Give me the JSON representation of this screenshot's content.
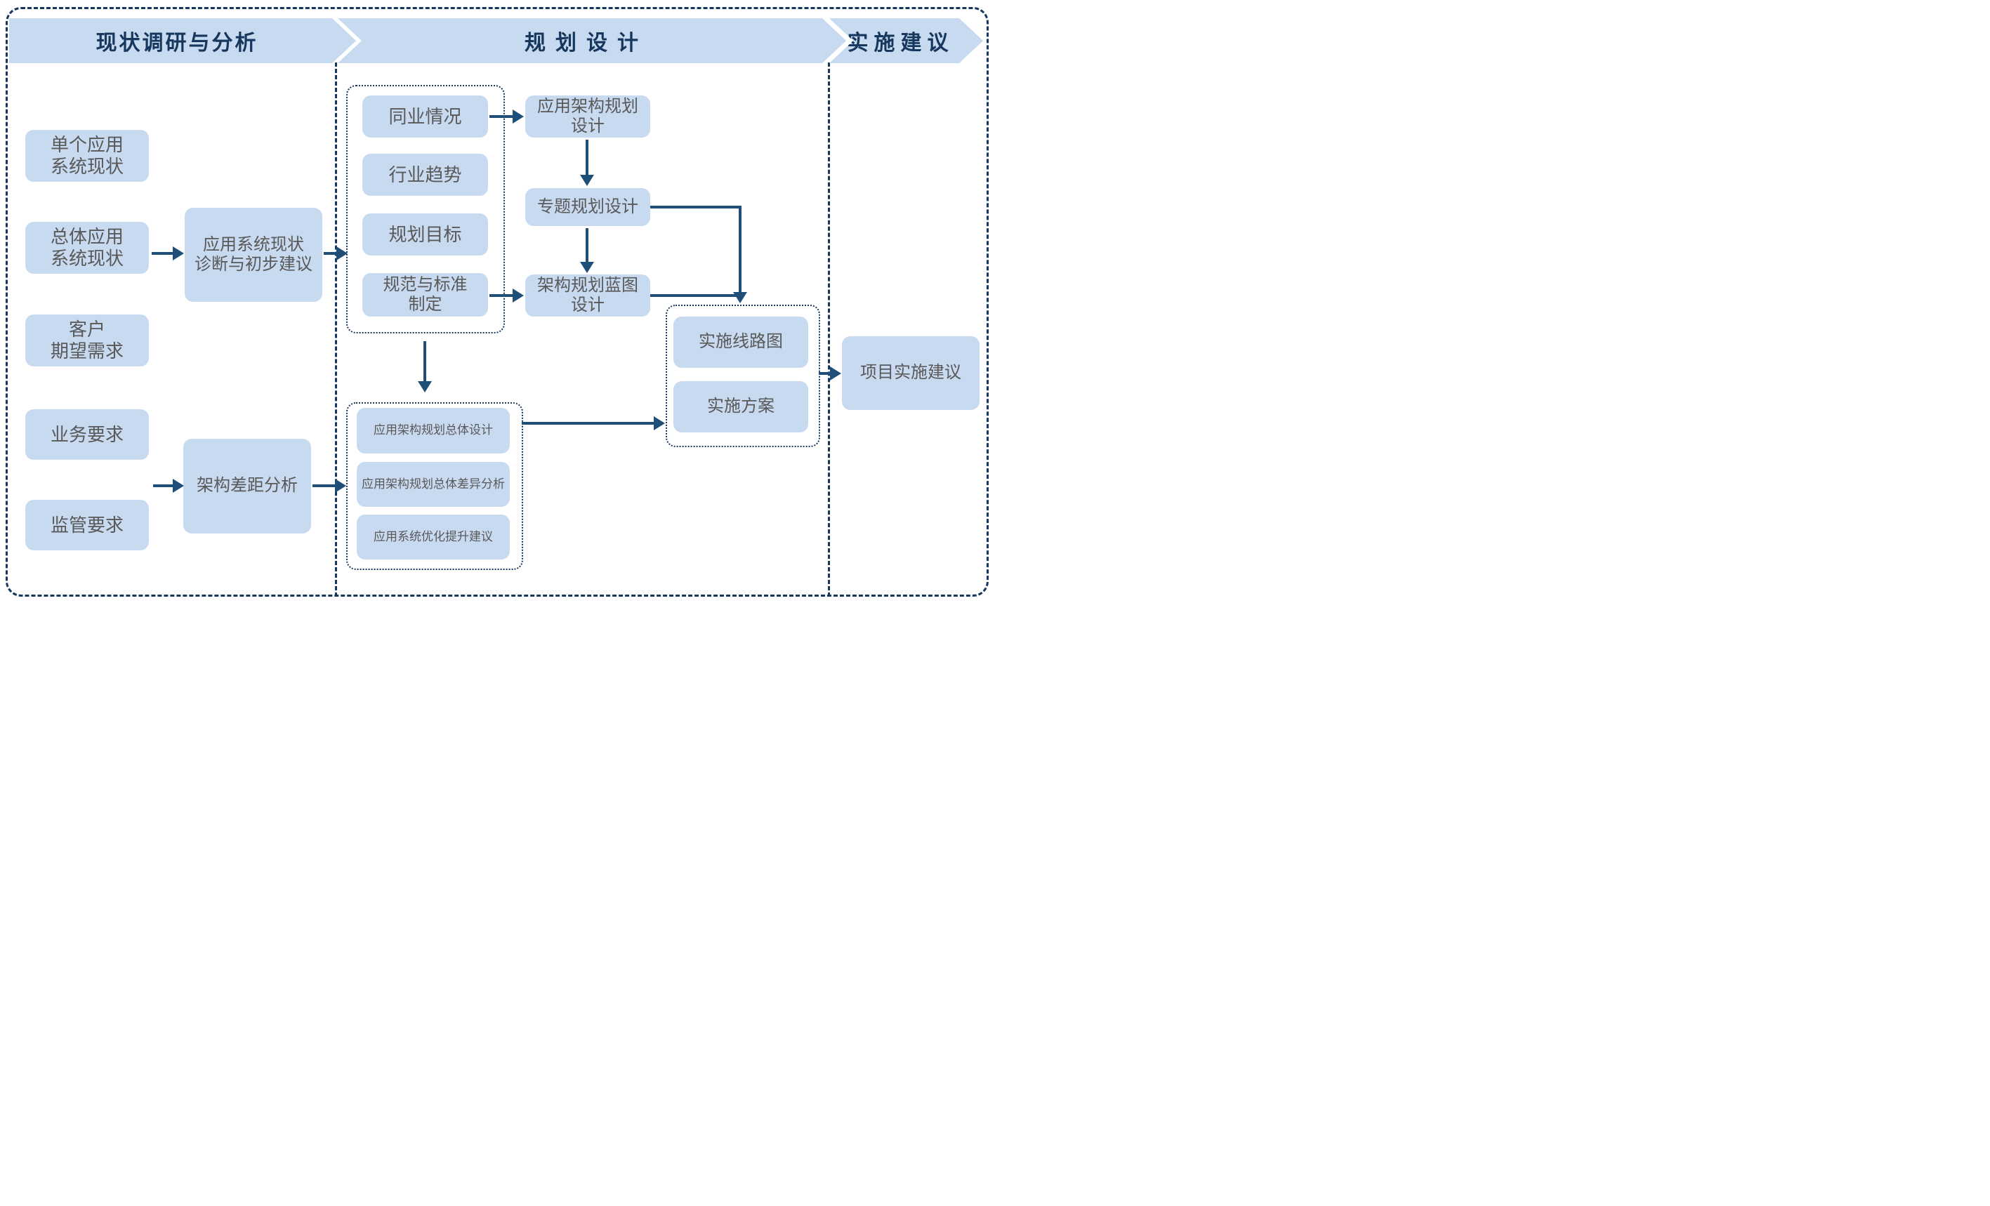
{
  "colors": {
    "box_fill": "#c8daf0",
    "navy": "#17375e",
    "arrow": "#1f4e79",
    "box_text": "#595959"
  },
  "phases": [
    {
      "label": "现状调研与分析"
    },
    {
      "label": "规划设计"
    },
    {
      "label": "实施建议"
    }
  ],
  "research_analysis": {
    "inputs": [
      {
        "label": "单个应用\n系统现状"
      },
      {
        "label": "总体应用\n系统现状"
      },
      {
        "label": "客户\n期望需求"
      },
      {
        "label": "业务要求"
      },
      {
        "label": "监管要求"
      }
    ],
    "diagnosis": {
      "label": "应用系统现状\n诊断与初步建议"
    },
    "gap_analysis": {
      "label": "架构差距分析"
    }
  },
  "planning": {
    "research_inputs": [
      {
        "label": "同业情况"
      },
      {
        "label": "行业趋势"
      },
      {
        "label": "规划目标"
      },
      {
        "label": "规范与标准\n制定"
      }
    ],
    "design_steps": [
      {
        "label": "应用架构规划\n设计"
      },
      {
        "label": "专题规划设计"
      },
      {
        "label": "架构规划蓝图\n设计"
      }
    ],
    "overall_outputs": [
      {
        "label": "应用架构规划总体设计"
      },
      {
        "label": "应用架构规划总体差异分析"
      },
      {
        "label": "应用系统优化提升建议"
      }
    ],
    "implementation_outputs": [
      {
        "label": "实施线路图"
      },
      {
        "label": "实施方案"
      }
    ]
  },
  "implementation": {
    "final_output": {
      "label": "项目实施建议"
    }
  }
}
